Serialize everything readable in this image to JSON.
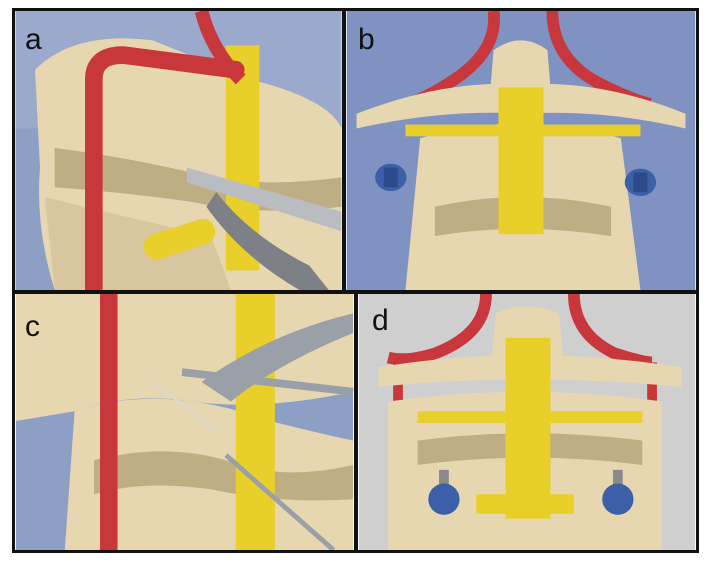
{
  "panels": [
    {
      "label": "a"
    },
    {
      "label": "b"
    },
    {
      "label": "c"
    },
    {
      "label": "d"
    }
  ],
  "colors": {
    "bone": "#e6d7b0",
    "bone_shadow": "#bfae84",
    "artery": "#c8373b",
    "nerve": "#e9cf2a",
    "screw": "#3b5fa8",
    "instrument": "#b9bcc1",
    "background_blue": "#8e9fc6",
    "background_gray": "#cfcfcf"
  },
  "icons": [
    "vertebra-illustration",
    "vertebral-artery",
    "spinal-cord",
    "pedicle-screw",
    "surgical-instrument"
  ]
}
